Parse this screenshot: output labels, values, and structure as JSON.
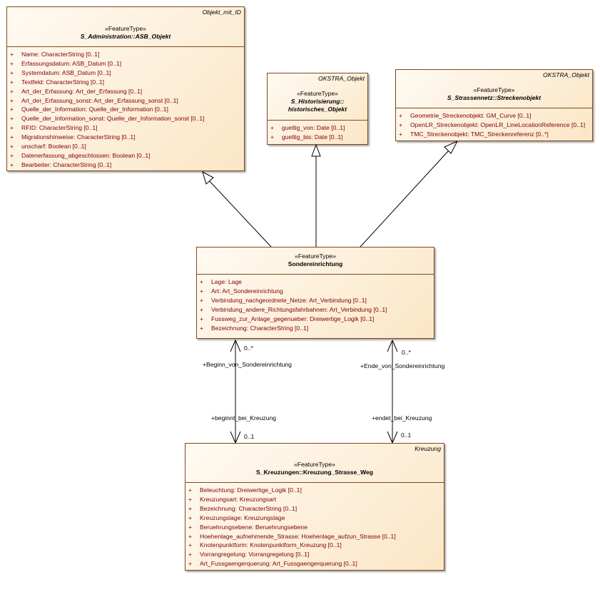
{
  "classes": {
    "asb": {
      "stereotype": "«FeatureType»",
      "name": "S_Administration::ASB_Objekt",
      "parent_tag": "Objekt_mit_ID",
      "attributes": [
        "Name: CharacterString [0..1]",
        "Erfassungsdatum: ASB_Datum [0..1]",
        "Systemdatum: ASB_Datum [0..1]",
        "Textfeld: CharacterString [0..1]",
        "Art_der_Erfassung: Art_der_Erfassung [0..1]",
        "Art_der_Erfassung_sonst: Art_der_Erfassung_sonst [0..1]",
        "Quelle_der_Information: Quelle_der_Information [0..1]",
        "Quelle_der_Information_sonst: Quelle_der_Information_sonst [0..1]",
        "RFID: CharacterString [0..1]",
        "Migrationshinweise: CharacterString [0..1]",
        "unscharf: Boolean [0..1]",
        "Datenerfassung_abgeschlossen: Boolean [0..1]",
        "Bearbeiter: CharacterString [0..1]"
      ]
    },
    "hist": {
      "stereotype": "«FeatureType»",
      "name_line1": "S_Historisierung::",
      "name_line2": "historisches_Objekt",
      "parent_tag": "OKSTRA_Objekt",
      "attributes": [
        "gueltig_von: Date [0..1]",
        "gueltig_bis: Date [0..1]"
      ]
    },
    "strecke": {
      "stereotype": "«FeatureType»",
      "name": "S_Strassennetz::Streckenobjekt",
      "parent_tag": "OKSTRA_Objekt",
      "attributes": [
        "Geometrie_Streckenobjekt: GM_Curve [0..1]",
        "OpenLR_Streckenobjekt: OpenLR_LineLocationReference [0..1]",
        "TMC_Streckenobjekt: TMC_Streckenreferenz [0..*]"
      ]
    },
    "sonder": {
      "stereotype": "«FeatureType»",
      "name": "Sondereinrichtung",
      "attributes": [
        "Lage: Lage",
        "Art: Art_Sondereinrichtung",
        "Verbindung_nachgeordnete_Netze: Art_Verbindung [0..1]",
        "Verbindung_andere_Richtungsfahrbahnen: Art_Verbindung [0..1]",
        "Fussweg_zur_Anlage_gegenueber: Dreiwertige_Logik [0..1]",
        "Bezeichnung: CharacterString [0..1]"
      ]
    },
    "kreuz": {
      "stereotype": "«FeatureType»",
      "name": "S_Kreuzungen::Kreuzung_Strasse_Weg",
      "parent_tag": "Kreuzung",
      "attributes": [
        "Beleuchtung: Dreiwertige_Logik [0..1]",
        "Kreuzungsart: Kreuzungsart",
        "Bezeichnung: CharacterString [0..1]",
        "Kreuzungslage: Kreuzungslage",
        "Beruehrungsebene: Beruehrungsebene",
        "Hoehenlage_aufnehmende_Strasse: Hoehenlage_aufzun_Strasse [0..1]",
        "Knotenpunktform: Knotenpunktform_Kreuzung [0..1]",
        "Vorrangregelung: Vorrangregelung [0..1]",
        "Art_Fussgaengerquerung: Art_Fussgaengerquerung [0..1]"
      ]
    }
  },
  "visibility_symbol": "+",
  "associations": {
    "left": {
      "upper_role": "+Beginn_von_Sondereinrichtung",
      "upper_mult": "0..*",
      "lower_role": "+beginnt_bei_Kreuzung",
      "lower_mult": "0..1"
    },
    "right": {
      "upper_role": "+Ende_von_Sondereinrichtung",
      "upper_mult": "0..*",
      "lower_role": "+endet_bei_Kreuzung",
      "lower_mult": "0..1"
    }
  },
  "colors": {
    "border": "#7f4a1a",
    "fill_light": "#fffaf2",
    "fill_dark": "#fbe6c6",
    "attribute_text": "#800000",
    "line": "#000000"
  }
}
